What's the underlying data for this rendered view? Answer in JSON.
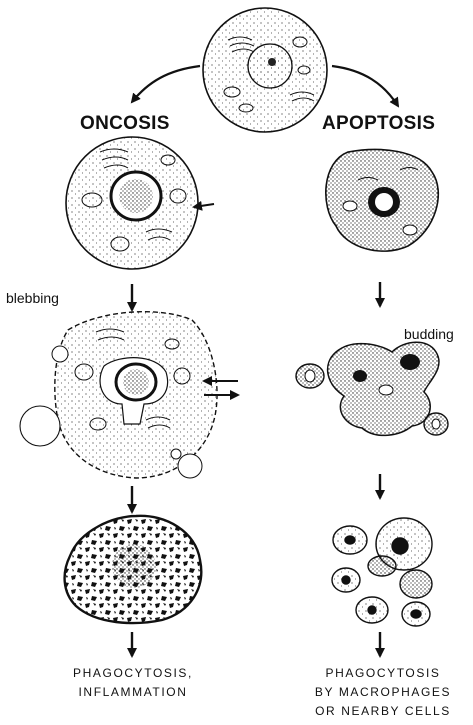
{
  "headings": {
    "left": "ONCOSIS",
    "right": "APOPTOSIS"
  },
  "annotations": {
    "blebbing": "blebbing",
    "budding": "budding"
  },
  "outcomes": {
    "oncosis": [
      "PHAGOCYTOSIS,",
      "INFLAMMATION"
    ],
    "apoptosis": [
      "PHAGOCYTOSIS",
      "BY MACROPHAGES",
      "OR NEARBY CELLS"
    ]
  },
  "colors": {
    "ink": "#111111",
    "background": "#ffffff"
  }
}
